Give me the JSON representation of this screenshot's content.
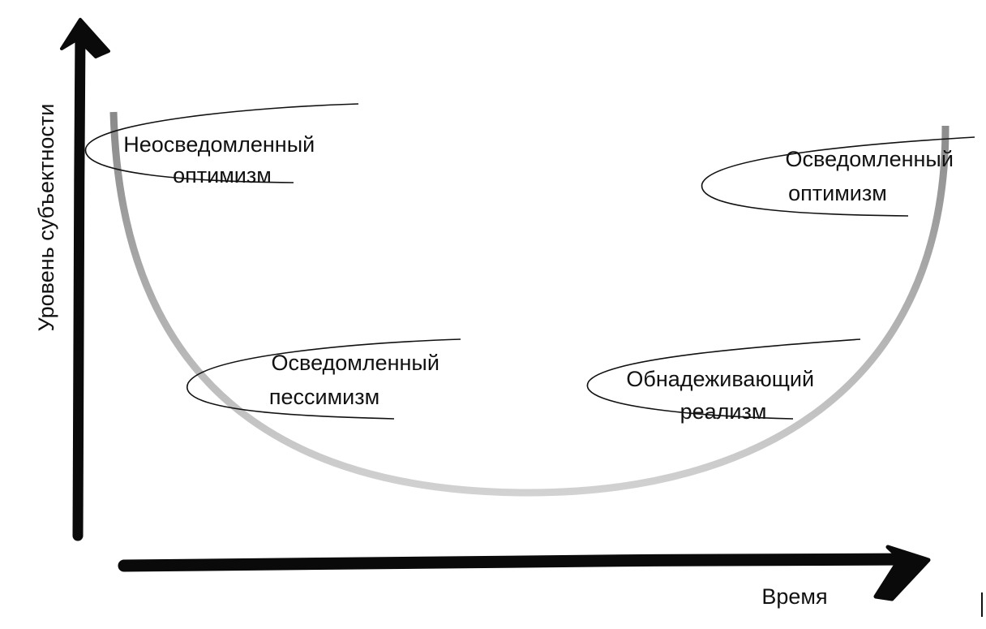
{
  "axes": {
    "y_label": "Уровень субъектности",
    "x_label": "Время"
  },
  "stages": [
    {
      "id": "uninformed-optimism",
      "lines": [
        "Неосведомленный",
        "оптимизм"
      ]
    },
    {
      "id": "informed-pessimism",
      "lines": [
        "Осведомленный",
        "пессимизм"
      ]
    },
    {
      "id": "hopeful-realism",
      "lines": [
        "Обнадеживающий",
        "реализм"
      ]
    },
    {
      "id": "informed-optimism",
      "lines": [
        "Осведомленный",
        "оптимизм"
      ]
    }
  ],
  "colors": {
    "axis": "#0a0a0a",
    "curve_dark": "#8a8a8a",
    "curve_light": "#d2d2d2",
    "text": "#111111"
  }
}
